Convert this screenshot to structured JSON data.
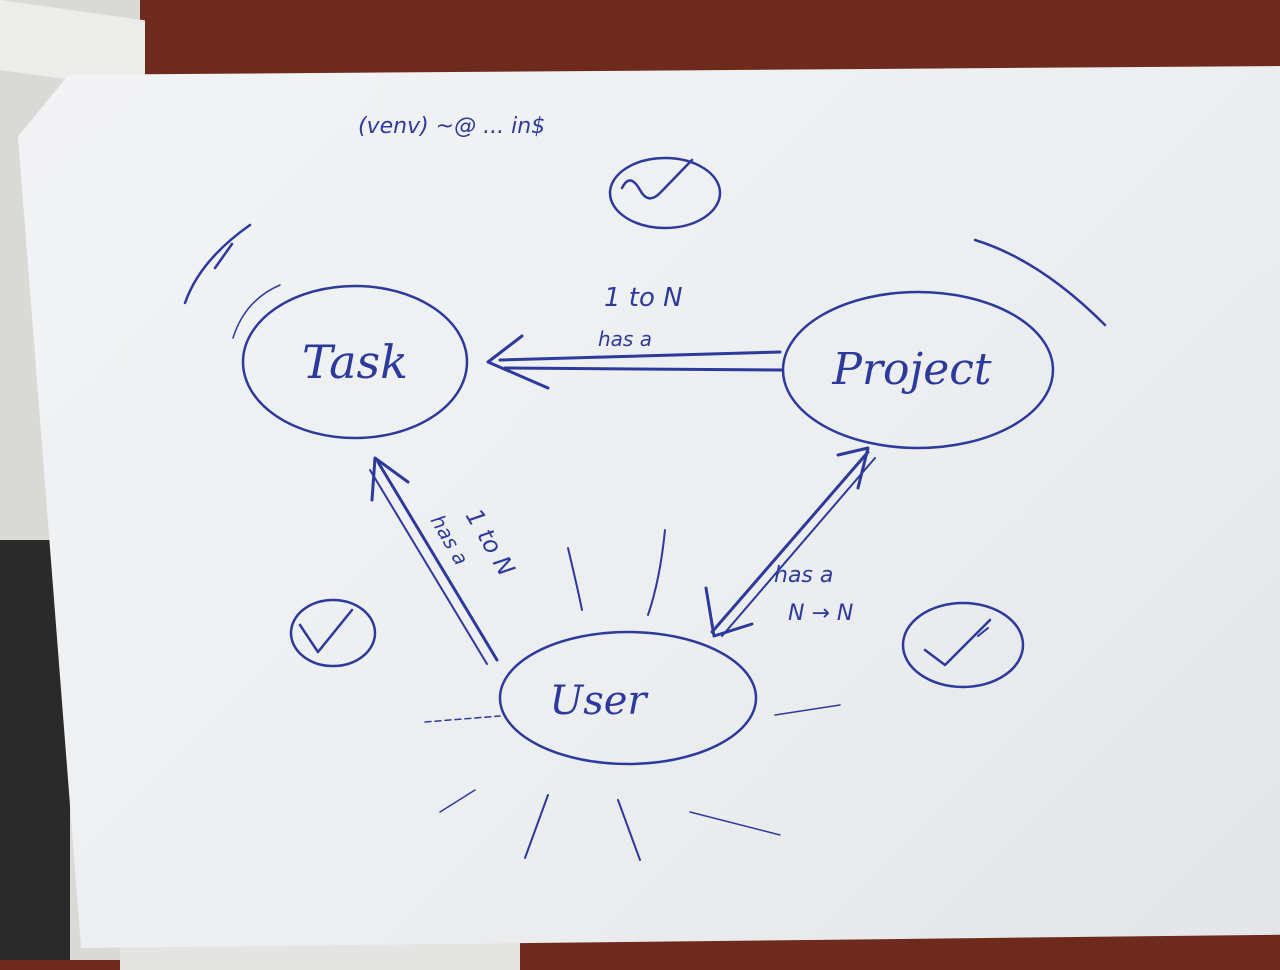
{
  "header_text": "(venv) ~@ ... in$",
  "nodes": {
    "task": "Task",
    "project": "Project",
    "user": "User"
  },
  "edges": {
    "project_task": {
      "relation": "has a",
      "cardinality": "1 to N"
    },
    "user_task": {
      "relation": "has a",
      "cardinality": "1 to N"
    },
    "user_project": {
      "relation": "has a",
      "cardinality": "N → N"
    }
  },
  "ink_color": "#2d3a9c",
  "icons": [
    "checkmark-circle-icon",
    "checkmark-circle-icon",
    "checkmark-circle-icon"
  ]
}
